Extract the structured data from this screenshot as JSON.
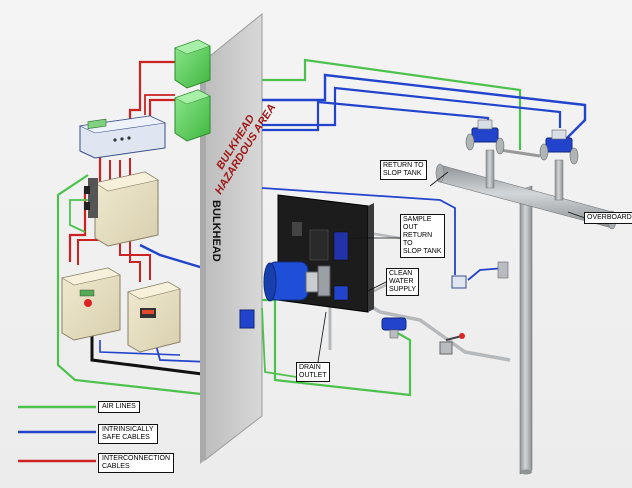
{
  "bulkhead": {
    "vertical_text": "BULKHEAD",
    "label_line1": "BULKHEAD",
    "label_line2": "HAZARDOUS AREA"
  },
  "callouts": {
    "return_to_slop_tank": "RETURN TO\nSLOP TANK",
    "sample_out": "SAMPLE\nOUT\nRETURN\nTO\nSLOP TANK",
    "clean_water_supply": "CLEAN\nWATER\nSUPPLY",
    "drain_outlet": "DRAIN\nOUTLET",
    "overboard": "OVERBOARD"
  },
  "legend": [
    {
      "label": "AIR LINES",
      "color": "#4cc24c"
    },
    {
      "label": "INTRINSICALLY\nSAFE CABLES",
      "color": "#2244cc"
    },
    {
      "label": "INTERCONNECTION\nCABLES",
      "color": "#cc2222"
    }
  ],
  "colors": {
    "air": "#4cc24c",
    "safe": "#2244cc",
    "interconnect": "#cc2222",
    "black_cable": "#111111",
    "bulkhead": "#c9c9c9",
    "pipe": "#b4b8bb"
  },
  "icons": {
    "pump": "pump-motor-icon",
    "flow_meter": "flow-meter-icon",
    "valve": "actuated-valve-icon"
  }
}
